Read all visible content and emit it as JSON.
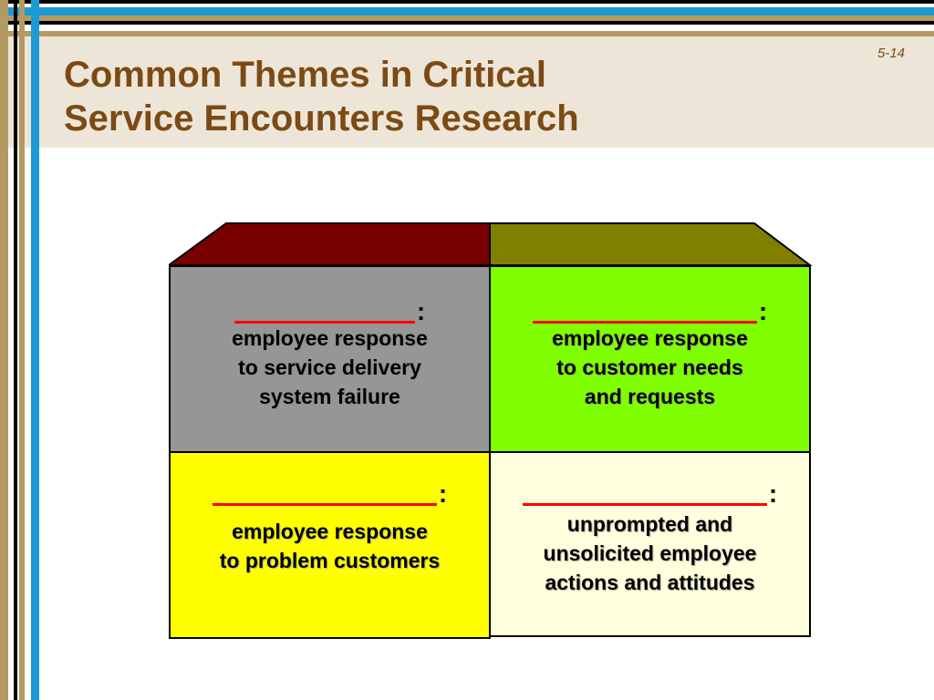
{
  "slide": {
    "title_line1": "Common Themes in Critical",
    "title_line2": "Service Encounters Research",
    "number": "5-14"
  },
  "colors": {
    "title_text": "#7c4a14",
    "band_bg": "#ede6d8",
    "rule_blue": "#1b9ad6",
    "rule_tan": "#b39a63",
    "top_left_face": "#7a0000",
    "top_right_face": "#808000",
    "cell_gray": "#969696",
    "cell_green": "#80ff00",
    "cell_yellow": "#ffff00",
    "cell_cream": "#ffffdd",
    "blank_underline": "#ff0000"
  },
  "quadrants": [
    {
      "id": "top-left",
      "colon": ":",
      "text": "employee response\nto service delivery\nsystem failure"
    },
    {
      "id": "top-right",
      "colon": ":",
      "text": "employee response\nto customer needs\nand requests"
    },
    {
      "id": "bottom-left",
      "colon": ":",
      "text": "employee response\nto problem customers"
    },
    {
      "id": "bottom-right",
      "colon": ":",
      "text": "unprompted and\nunsolicited employee\nactions and attitudes"
    }
  ]
}
